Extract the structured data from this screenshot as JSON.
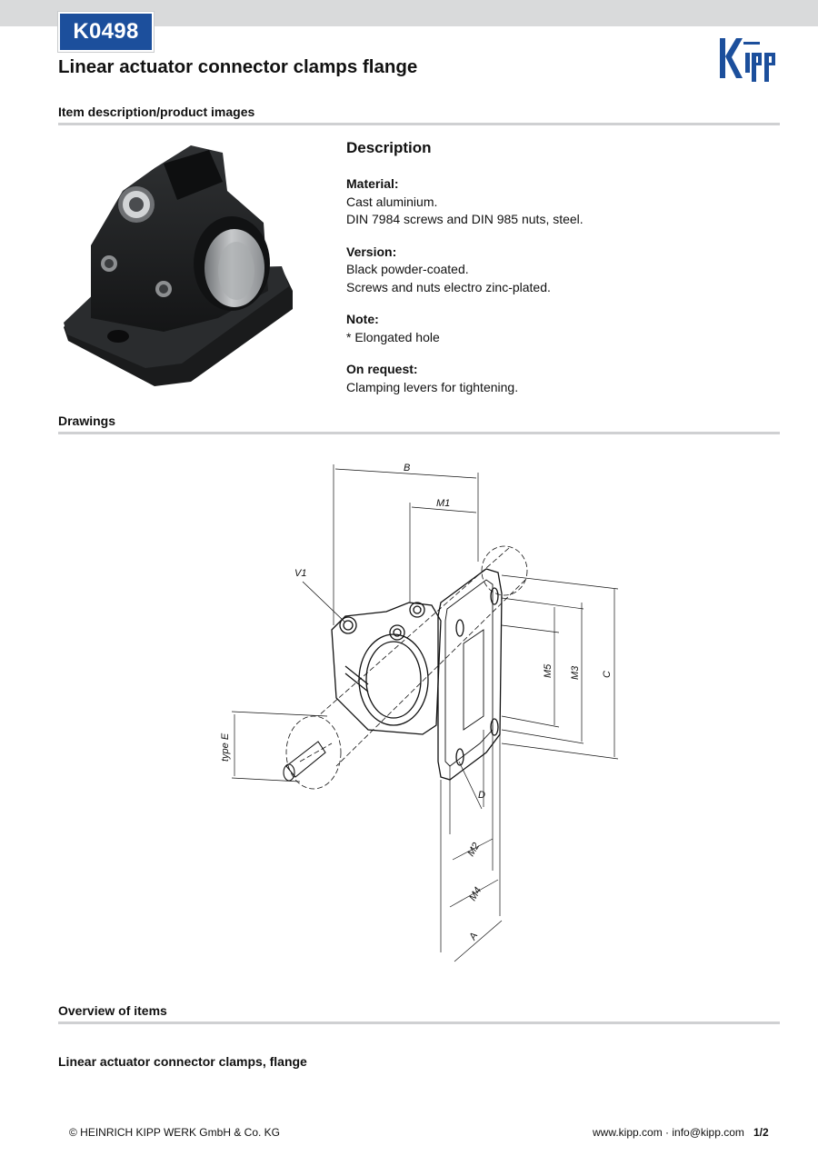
{
  "header": {
    "item_code": "K0498",
    "title": "Linear actuator connector clamps flange",
    "brand_color": "#1c4f9c"
  },
  "sections": {
    "product_images": "Item description/product images",
    "drawings": "Drawings",
    "overview": "Overview of items",
    "sub_heading": "Linear actuator connector clamps, flange"
  },
  "description": {
    "heading": "Description",
    "material_label": "Material:",
    "material_lines": [
      "Cast aluminium.",
      "DIN 7984 screws and DIN 985 nuts, steel."
    ],
    "version_label": "Version:",
    "version_lines": [
      "Black powder-coated.",
      "Screws and nuts electro zinc-plated."
    ],
    "note_label": "Note:",
    "note_lines": [
      "* Elongated hole"
    ],
    "request_label": "On request:",
    "request_lines": [
      "Clamping levers for tightening."
    ]
  },
  "drawing_labels": {
    "b": "B",
    "m1": "M1",
    "v1": "V1",
    "m5": "M5",
    "m3": "M3",
    "c": "C",
    "type_e": "type E",
    "d": "D",
    "m2": "M2",
    "m4": "M4",
    "a": "A"
  },
  "footer": {
    "copyright": "© HEINRICH KIPP WERK GmbH & Co. KG",
    "contact": "www.kipp.com · info@kipp.com",
    "page": "1/2"
  }
}
